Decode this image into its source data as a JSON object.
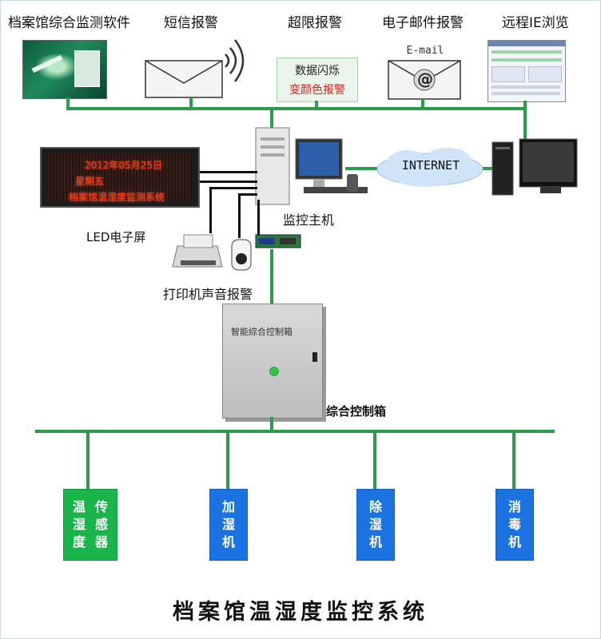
{
  "top": {
    "software": "档案馆综合监测软件",
    "sms": "短信报警",
    "overlimit": "超限报警",
    "email": "电子邮件报警",
    "remote_ie": "远程IE浏览"
  },
  "overlimit_box": {
    "line1": "数据闪烁",
    "line2": "变颜色报警"
  },
  "email_envelope": {
    "label": "E-mail",
    "at": "@"
  },
  "host_label": "监控主机",
  "internet_label": "INTERNET",
  "led": {
    "label": "LED电子屏",
    "line1": "2012年05月25日",
    "line2": "星期五",
    "line3": "档案馆温湿度监测系统"
  },
  "printer_label": "打印机声音报警",
  "control_box": {
    "face_text": "智能综合控制箱",
    "caption": "综合控制箱"
  },
  "sensors": [
    {
      "col1": [
        "温",
        "湿",
        "度"
      ],
      "col2": [
        "传",
        "感",
        "器"
      ],
      "color": "#19b44a"
    },
    {
      "text": [
        "加",
        "湿",
        "机"
      ],
      "color": "#1a73e0"
    },
    {
      "text": [
        "除",
        "湿",
        "机"
      ],
      "color": "#1a73e0"
    },
    {
      "text": [
        "消",
        "毒",
        "机"
      ],
      "color": "#1a73e0"
    }
  ],
  "title": "档案馆温湿度监控系统",
  "colors": {
    "line": "#2e9a4e",
    "sensor_green": "#19b44a",
    "sensor_blue": "#1a73e0"
  }
}
